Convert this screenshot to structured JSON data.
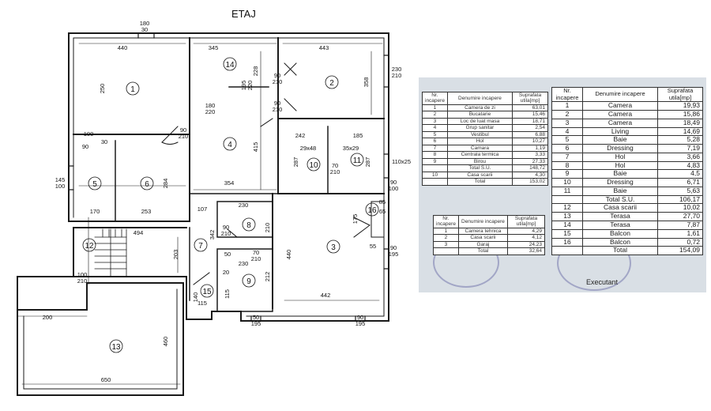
{
  "plan": {
    "title": "ETAJ",
    "room_numbers": [
      "1",
      "2",
      "3",
      "4",
      "5",
      "6",
      "7",
      "8",
      "9",
      "10",
      "11",
      "12",
      "13",
      "14",
      "15",
      "16"
    ],
    "dimensions": {
      "top_180_30": "180\n30",
      "d440": "440",
      "d345": "345",
      "d443": "443",
      "d228": "228",
      "d250": "250",
      "d195_220": "195\n220",
      "d90_210a": "90\n210",
      "d358": "358",
      "d230_210": "230\n210",
      "d180_220": "180\n220",
      "d90_210b": "90\n210",
      "d90_210c": "90\n210",
      "d100": "100",
      "d90": "90",
      "d30": "30",
      "d415": "415",
      "d242": "242",
      "d185": "185",
      "d29x48": "29x48",
      "d35x29": "35x29",
      "d287a": "287",
      "d287b": "287",
      "d110x25": "110x25",
      "d145_100": "145\n100",
      "d284": "284",
      "d70_210a": "70\n210",
      "d354": "354",
      "d90_100": "90\n100",
      "d170": "170",
      "d253": "253",
      "d230a": "230",
      "d107": "107",
      "d210a": "210",
      "d175": "175",
      "d85": "85",
      "d65": "65",
      "d494": "494",
      "d342": "342",
      "d90_210d": "90\n210",
      "d203": "203",
      "d440b": "440",
      "d55": "55",
      "d90_195a": "90\n195",
      "d50": "50",
      "d70_210b": "70\n210",
      "d230b": "230",
      "d212": "212",
      "d100_210": "100\n210",
      "d20": "20",
      "d115a": "115",
      "d140": "140",
      "d115b": "115",
      "d442": "442",
      "d200": "200",
      "d460": "460",
      "d650": "650",
      "d50_195": "50\n195",
      "d90_195b": "90\n195"
    }
  },
  "table_ground": {
    "headers": [
      "Nr. incapere",
      "Denumire incapere",
      "Suprafata utila[mp]"
    ],
    "rows": [
      [
        "1",
        "Camera de zi",
        "63,01"
      ],
      [
        "2",
        "Bucatarie",
        "15,46"
      ],
      [
        "3",
        "Loc de luat masa",
        "18,71"
      ],
      [
        "4",
        "Grup sanitar",
        "2,54"
      ],
      [
        "5",
        "Vestibul",
        "6,88"
      ],
      [
        "6",
        "Hol",
        "10,27"
      ],
      [
        "7",
        "Camara",
        "1,19"
      ],
      [
        "8",
        "Centrala termica",
        "3,33"
      ],
      [
        "9",
        "Birou",
        "27,33"
      ]
    ],
    "total_su": [
      "",
      "Total S.U.",
      "148,72"
    ],
    "row10": [
      "10",
      "Casa scarii",
      "4,30"
    ],
    "total": [
      "",
      "Total",
      "153,02"
    ]
  },
  "table_basement": {
    "headers": [
      "Nr. incapere",
      "Denumire incapere",
      "Suprafata utila[mp]"
    ],
    "rows": [
      [
        "1",
        "Camera tehnica",
        "4,29"
      ],
      [
        "2",
        "Casa scarii",
        "4,12"
      ],
      [
        "3",
        "Garaj",
        "24,23"
      ]
    ],
    "total": [
      "",
      "Total",
      "32,64"
    ]
  },
  "table_floor": {
    "headers": [
      "Nr. incapere",
      "Denumire incapere",
      "Suprafata utila[mp]"
    ],
    "rows": [
      [
        "1",
        "Camera",
        "19,93"
      ],
      [
        "2",
        "Camera",
        "15,86"
      ],
      [
        "3",
        "Camera",
        "18,49"
      ],
      [
        "4",
        "Living",
        "14,69"
      ],
      [
        "5",
        "Baie",
        "5,28"
      ],
      [
        "6",
        "Dressing",
        "7,19"
      ],
      [
        "7",
        "Hol",
        "3,66"
      ],
      [
        "8",
        "Hol",
        "4,83"
      ],
      [
        "9",
        "Baie",
        "4,5"
      ],
      [
        "10",
        "Dressing",
        "6,71"
      ],
      [
        "11",
        "Baie",
        "5,63"
      ]
    ],
    "total_su": [
      "",
      "Total S.U.",
      "106,17"
    ],
    "rows2": [
      [
        "12",
        "Casa scarii",
        "10,02"
      ],
      [
        "13",
        "Terasa",
        "27,70"
      ],
      [
        "14",
        "Terasa",
        "7,87"
      ],
      [
        "15",
        "Balcon",
        "1,61"
      ],
      [
        "16",
        "Balcon",
        "0,72"
      ]
    ],
    "total": [
      "",
      "Total",
      "154,09"
    ],
    "footer": "Executant"
  }
}
